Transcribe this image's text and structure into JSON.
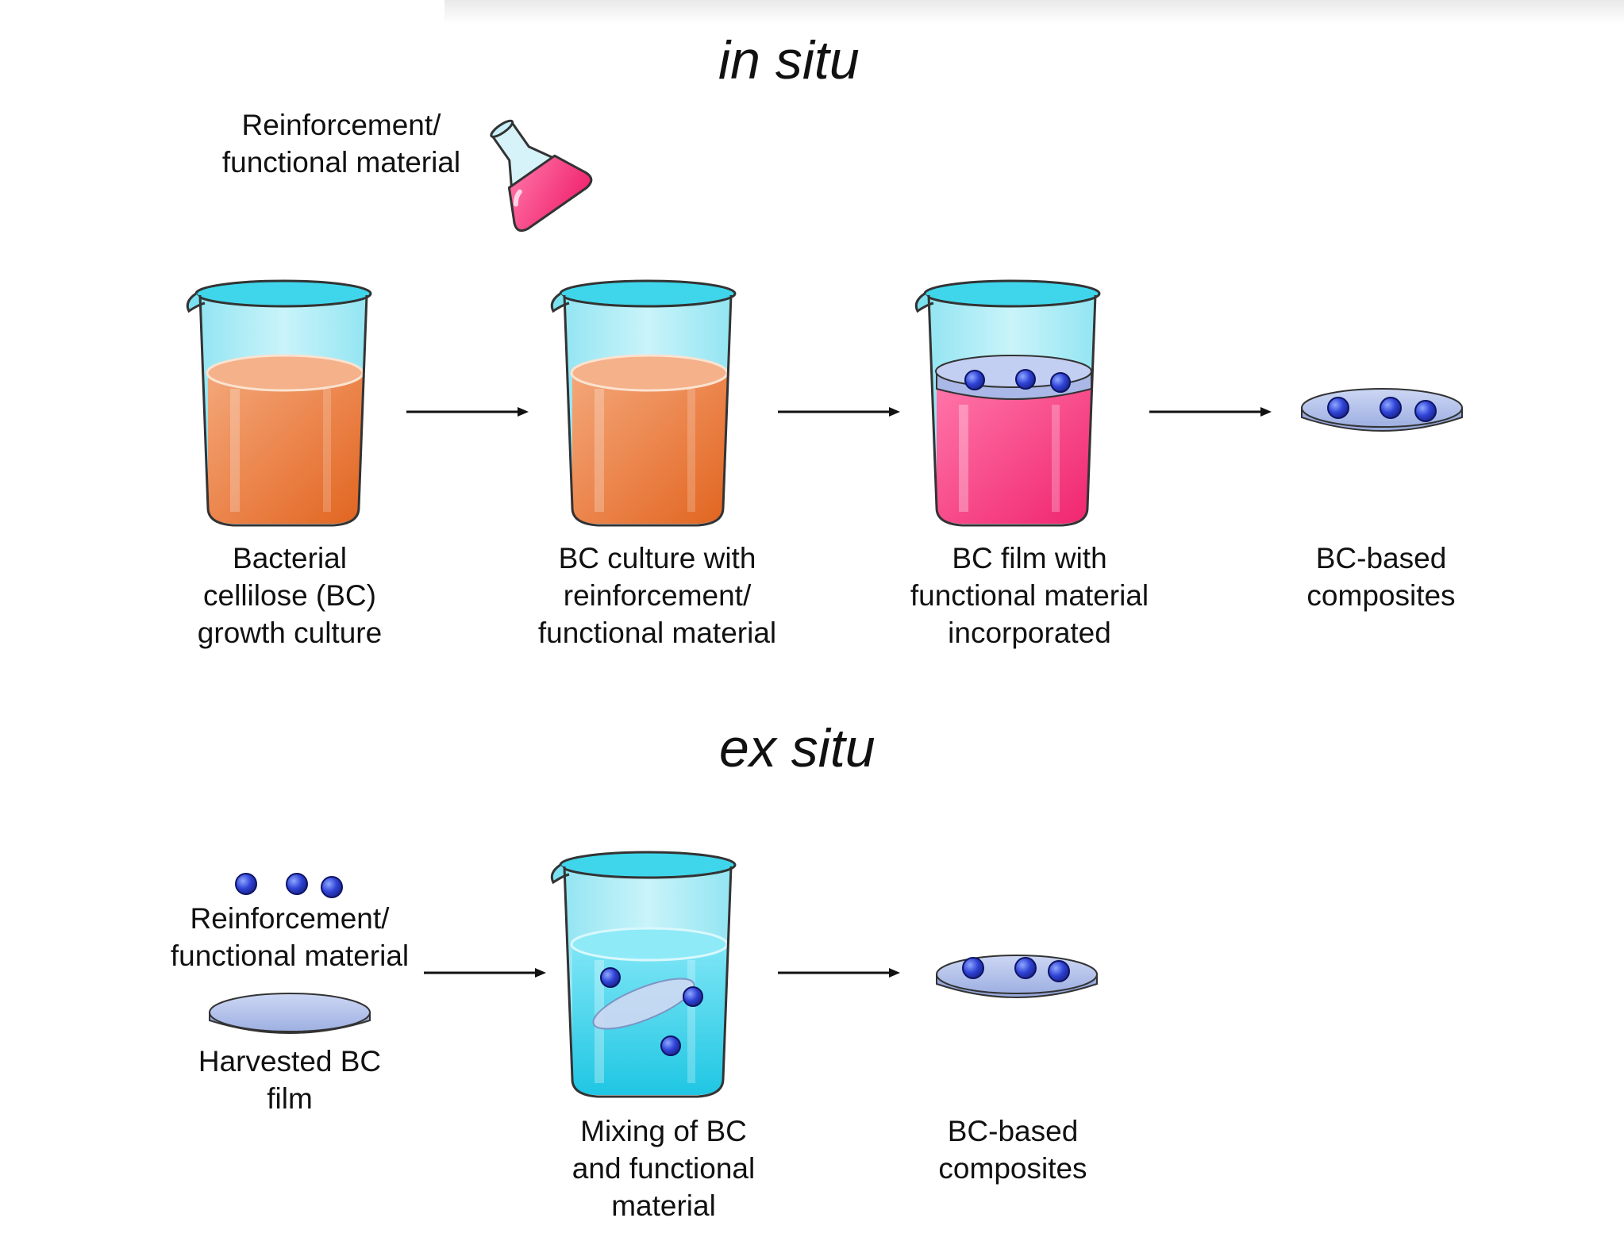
{
  "in_situ": {
    "title": "in situ",
    "flask_label": "Reinforcement/\nfunctional material",
    "steps": [
      {
        "label": "Bacterial\ncellilose (BC)\ngrowth culture"
      },
      {
        "label": "BC culture with\nreinforcement/\nfunctional material"
      },
      {
        "label": "BC film with\nfunctional material\nincorporated"
      },
      {
        "label": "BC-based\ncomposites"
      }
    ]
  },
  "ex_situ": {
    "title": "ex situ",
    "reinforcement_label": "Reinforcement/\nfunctional material",
    "film_label": "Harvested BC\nfilm",
    "mixing_label": "Mixing of BC\nand functional\nmaterial",
    "result_label": "BC-based\ncomposites"
  },
  "colors": {
    "culture_orange": "#ec7a3a",
    "functional_pink": "#f2427f",
    "beaker_cyan": "#35d4ea",
    "particle_blue": "#2f43d6",
    "film_lavender": "#b6c4ec"
  }
}
